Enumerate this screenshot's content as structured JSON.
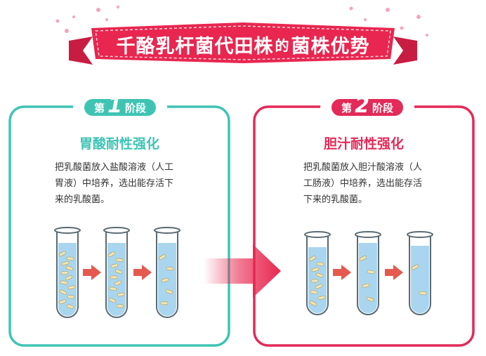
{
  "banner": {
    "title_part1": "千酪乳杆菌代田株",
    "title_part2": "的",
    "title_part3": "菌株优势"
  },
  "stages": [
    {
      "label_prefix": "第",
      "number": "1",
      "label_suffix": "阶段",
      "title": "胃酸耐性强化",
      "desc_line1": "把乳酸菌放入盐酸溶液（人工",
      "desc_line2": "胃液）中培养，选出能存活下",
      "desc_line3": "来的乳酸菌。",
      "color": "#3fc4b4",
      "tube_bacteria_counts": [
        12,
        10,
        5
      ]
    },
    {
      "label_prefix": "第",
      "number": "2",
      "label_suffix": "阶段",
      "title": "胆汁耐性强化",
      "desc_line1": "把乳酸菌放入胆汁酸溶液（人",
      "desc_line2": "工肠液）中培养，选出能存活",
      "desc_line3": "下来的乳酸菌。",
      "color": "#e32a58",
      "tube_bacteria_counts": [
        9,
        4,
        2
      ]
    }
  ],
  "colors": {
    "banner": "#e8264f",
    "arrow_small": "#e45a4f",
    "arrow_big": "#e8264f",
    "liquid": "#a9d6ee",
    "bacteria": "#f1e6b8"
  }
}
